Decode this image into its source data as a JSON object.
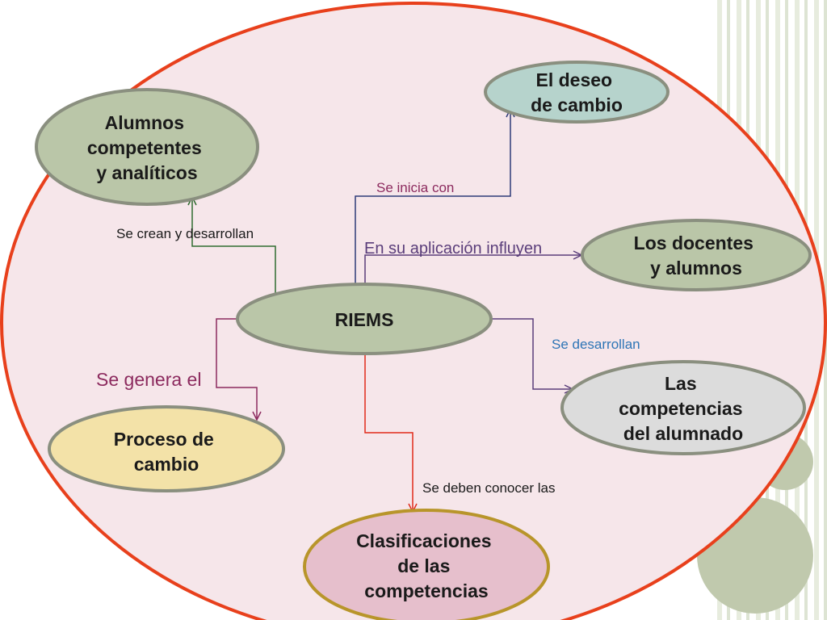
{
  "nodes": {
    "center": {
      "label": "RIEMS"
    },
    "alumnos": {
      "lines": [
        "Alumnos",
        "competentes",
        "y analíticos"
      ]
    },
    "deseo": {
      "lines": [
        "El deseo",
        "de cambio"
      ]
    },
    "docentes": {
      "lines": [
        "Los docentes",
        "y alumnos"
      ]
    },
    "competencias_alumnado": {
      "lines": [
        "Las",
        "competencias",
        "del alumnado"
      ]
    },
    "clasificaciones": {
      "lines": [
        "Clasificaciones",
        "de las",
        "competencias"
      ]
    },
    "proceso": {
      "lines": [
        "Proceso de",
        "cambio"
      ]
    }
  },
  "edges": {
    "se_inicia": "Se inicia con",
    "se_crean": "Se crean y desarrollan",
    "en_su_aplicacion": "En su aplicación influyen",
    "se_desarrollan": "Se desarrollan",
    "se_genera": "Se genera el",
    "se_deben_conocer": "Se deben conocer las"
  },
  "colors": {
    "background_oval_fill": "#f6e6ea",
    "background_oval_stroke": "#e8401c",
    "node_green": "#bac6a8",
    "node_teal": "#b6d3cc",
    "node_gray": "#dcdcdc",
    "node_yellow": "#f3e2a8",
    "node_pink": "#e6bfcc",
    "accent_circles": "#c0c9ad"
  }
}
